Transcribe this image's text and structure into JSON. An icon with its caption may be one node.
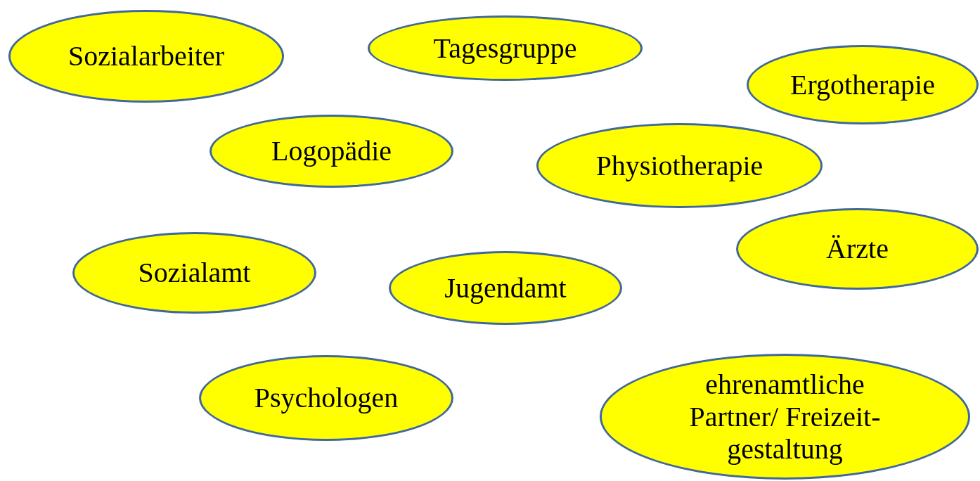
{
  "diagram": {
    "nodes": [
      {
        "text": [
          "Sozialarbeiter"
        ]
      },
      {
        "text": [
          "Tagesgruppe"
        ]
      },
      {
        "text": [
          "Ergotherapie"
        ]
      },
      {
        "text": [
          "Logopädie"
        ]
      },
      {
        "text": [
          "Physiotherapie"
        ]
      },
      {
        "text": [
          "Ärzte"
        ]
      },
      {
        "text": [
          "Sozialamt"
        ]
      },
      {
        "text": [
          "Jugendamt"
        ]
      },
      {
        "text": [
          "Psychologen"
        ]
      },
      {
        "text": [
          "ehrenamtliche Partner/ Freizeit- gestaltung"
        ]
      }
    ]
  }
}
